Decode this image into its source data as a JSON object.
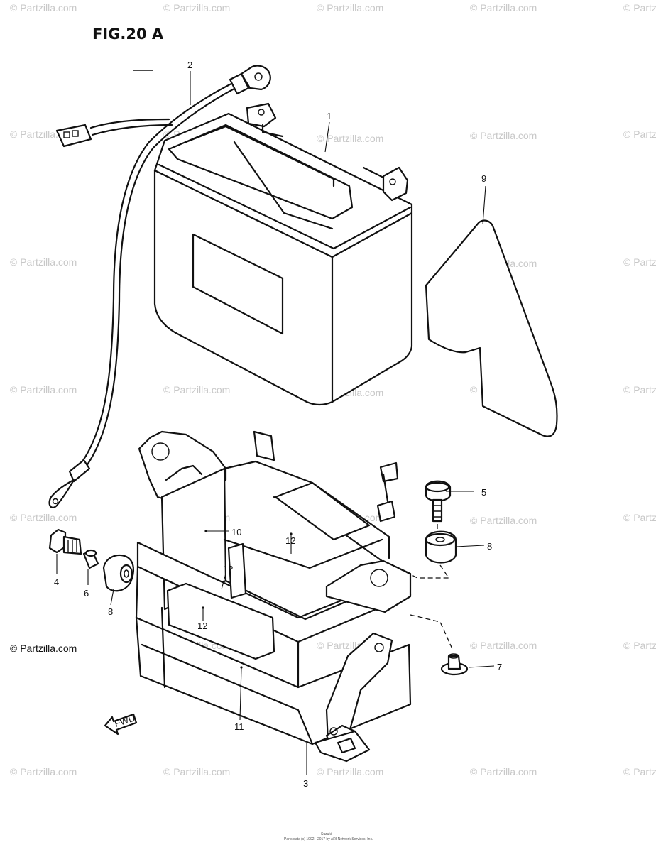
{
  "figure": {
    "title": "FIG.20 A"
  },
  "watermark": "© Partzilla.com",
  "credit": "© Partzilla.com",
  "fwd_label": "FWD",
  "footer": {
    "line1": "Suzuki",
    "line2": "Parts data (c) 1992 - 2017 by ARI Network Services, Inc."
  },
  "callouts": [
    {
      "id": "1",
      "label": "1"
    },
    {
      "id": "2",
      "label": "2"
    },
    {
      "id": "3",
      "label": "3"
    },
    {
      "id": "4",
      "label": "4"
    },
    {
      "id": "5",
      "label": "5"
    },
    {
      "id": "6",
      "label": "6"
    },
    {
      "id": "7",
      "label": "7"
    },
    {
      "id": "8a",
      "label": "8"
    },
    {
      "id": "8b",
      "label": "8"
    },
    {
      "id": "9",
      "label": "9"
    },
    {
      "id": "10",
      "label": "10"
    },
    {
      "id": "11",
      "label": "11"
    },
    {
      "id": "12a",
      "label": "12"
    },
    {
      "id": "12b",
      "label": "12"
    },
    {
      "id": "12c",
      "label": "12"
    }
  ]
}
